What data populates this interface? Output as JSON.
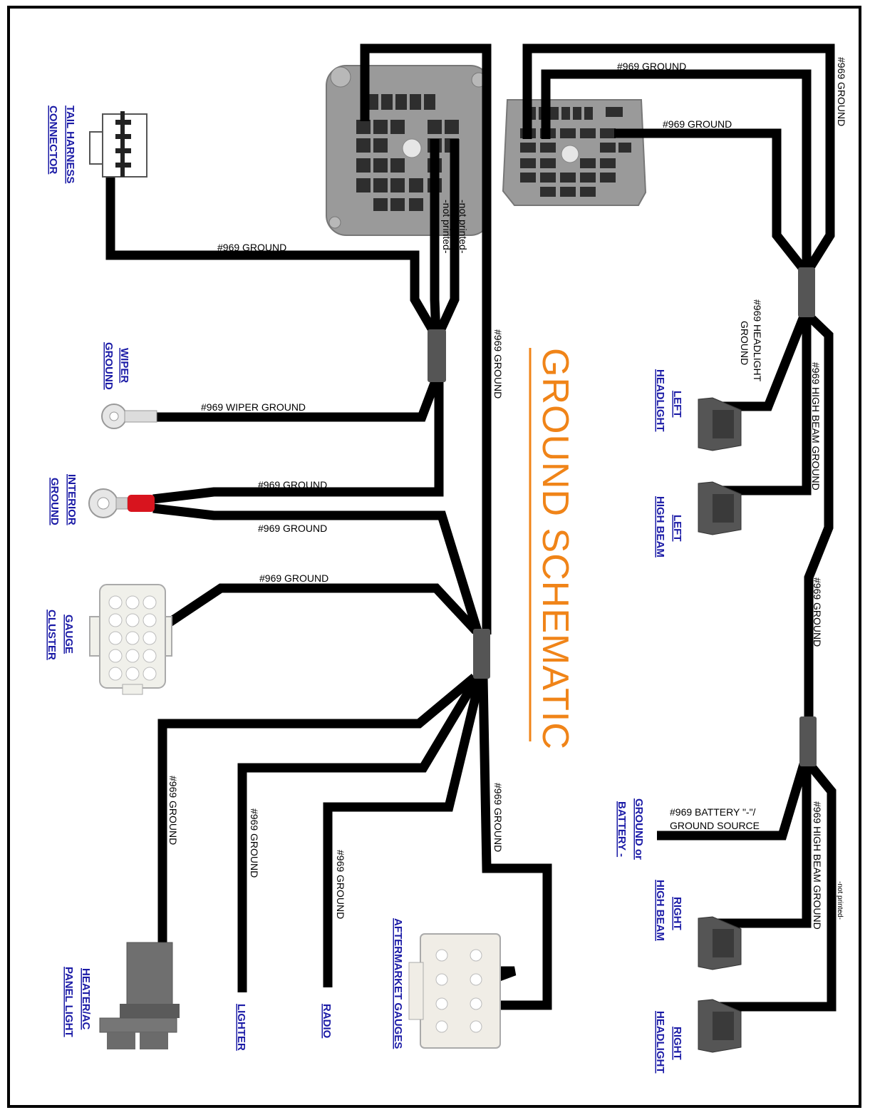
{
  "title": "GROUND SCHEMATIC",
  "colors": {
    "title": "#f08418",
    "component_label": "#1a1aa6",
    "wire": "#000000",
    "splice": "#555555"
  },
  "components": {
    "tail_harness": "TAIL HARNESS CONNECTOR",
    "wiper_ground": "WIPER GROUND",
    "interior_ground": "INTERIOR GROUND",
    "gauge_cluster": "GAUGE CLUSTER",
    "heater_ac": "HEATER/AC PANEL LIGHT",
    "lighter": "LIGHTER",
    "radio": "RADIO",
    "aftermarket_gauges": "AFTERMARKET GAUGES",
    "left_headlight": "LEFT HEADLIGHT",
    "left_high_beam": "LEFT HIGH BEAM",
    "ground_battery": "GROUND or BATTERY -",
    "right_high_beam": "RIGHT HIGH BEAM",
    "right_headlight": "RIGHT HEADLIGHT"
  },
  "wire_labels": {
    "ground": "#969 GROUND",
    "wiper_ground": "#969 WIPER GROUND",
    "headlight_ground": "#969 HEADLIGHT GROUND",
    "high_beam_ground": "#969 HIGH BEAM GROUND",
    "battery_ground": "#969 BATTERY \"-\"/ GROUND SOURCE",
    "not_printed": "-not printed-"
  }
}
